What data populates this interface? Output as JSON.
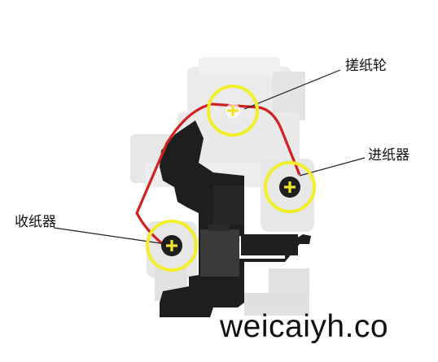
{
  "labels": {
    "pickup_roller": "搓纸轮",
    "feed_unit": "进纸器",
    "take_up_unit": "收纸器"
  },
  "watermark": "weicaiyh.co",
  "colors": {
    "paper_path": "#d32020",
    "highlight_ring": "#f2ef2a",
    "frame": "#1e1e1e",
    "machine_body": "#d6d6d6"
  },
  "icons": [
    "plus-icon",
    "plus-icon",
    "plus-icon"
  ]
}
